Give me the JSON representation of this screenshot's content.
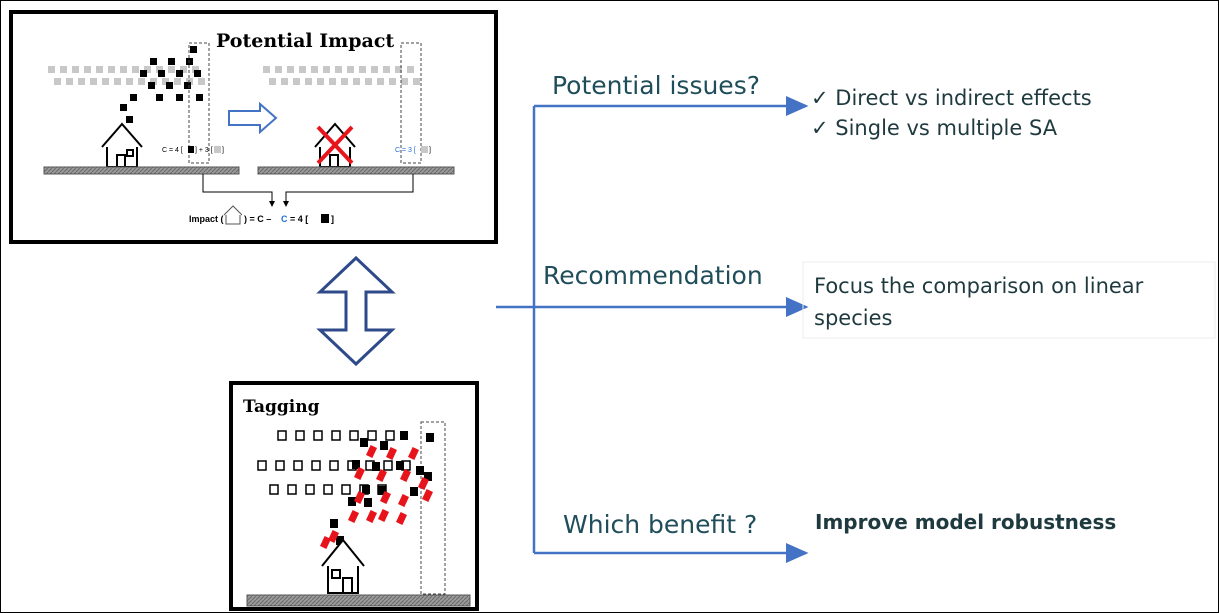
{
  "panel_impact": {
    "title": "Potential Impact",
    "label_c_before": "C = 4 [",
    "label_c_before_mid": "] + 3 [",
    "label_c_before_end": "]",
    "label_c_after": "C = 3 [",
    "label_c_after_end": "]",
    "impact_formula_start": "Impact (",
    "impact_formula_mid": ") = C –",
    "impact_formula_c": "C",
    "impact_formula_end": "= 4 ["
  },
  "panel_tagging": {
    "title": "Tagging"
  },
  "branches": [
    {
      "question": "Potential issues?",
      "answers": [
        "✓  Direct vs indirect effects",
        "✓  Single vs multiple SA"
      ]
    },
    {
      "question": "Recommendation",
      "answers": [
        "Focus the comparison on linear",
        "species"
      ]
    },
    {
      "question": "Which benefit ?",
      "answers": [
        "Improve model robustness"
      ]
    }
  ],
  "colors": {
    "arrow_blue": "#4472c4",
    "text_dark": "#1f4e5a",
    "red": "#e8141c",
    "gray": "#c8c8c8"
  }
}
